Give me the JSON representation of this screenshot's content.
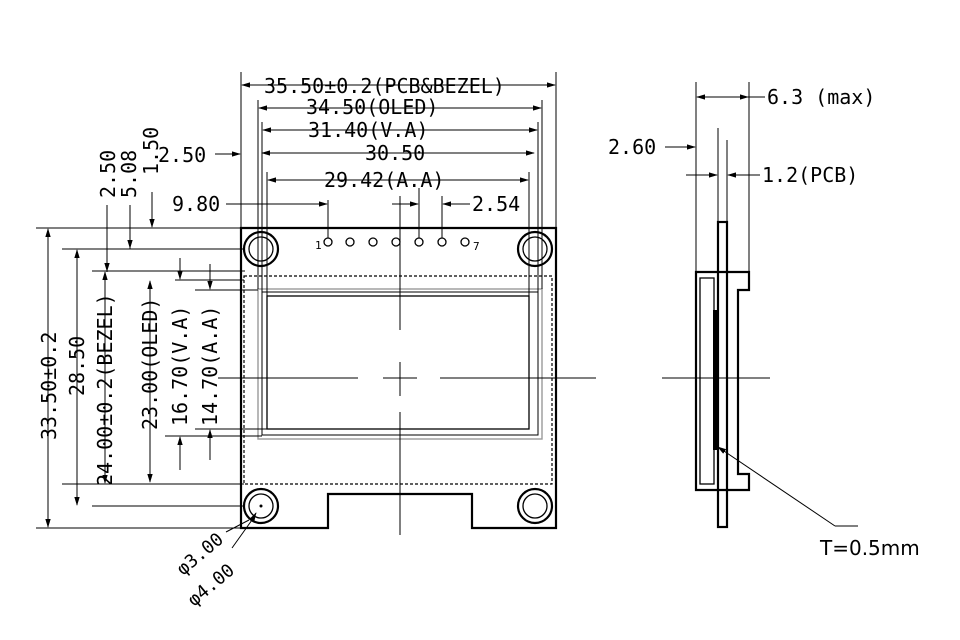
{
  "front_view": {
    "dims": {
      "pcb_bezel_width": "35.50±0.2(PCB&BEZEL)",
      "oled_width": "34.50(OLED)",
      "va_width": "31.40(V.A)",
      "hole_spacing": "30.50",
      "aa_width": "29.42(A.A)",
      "edge_offset": "2.50",
      "first_pin_offset": "9.80",
      "pin_pitch": "2.54",
      "top_to_va": "2.50",
      "top_to_aa": "5.08",
      "top_to_hole": "1.50",
      "total_height": "33.50±0.2",
      "bezel_height": "28.50",
      "bezel_height_tol": "24.00±0.2(BEZEL)",
      "oled_height": "23.00(OLED)",
      "va_height": "16.70(V.A)",
      "aa_height": "14.70(A.A)",
      "hole_inner": "φ3.00",
      "hole_outer": "φ4.00"
    },
    "pins": {
      "first": "1",
      "last": "7"
    }
  },
  "side_view": {
    "dims": {
      "max_thickness": "6.3 (max)",
      "pcb_offset": "2.60",
      "pcb_thickness": "1.2(PCB)",
      "fpc_thickness": "T=0.5mm"
    }
  }
}
